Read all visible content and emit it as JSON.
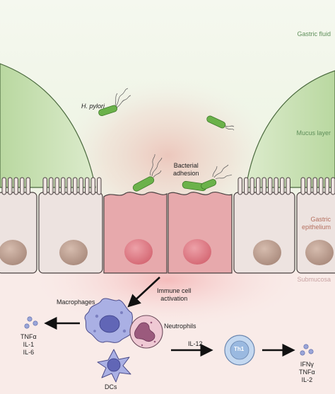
{
  "layers": {
    "gastric_fluid": "Gastric fluid",
    "mucus_layer": "Mucus layer",
    "gastric_epithelium_line1": "Gastric",
    "gastric_epithelium_line2": "epithelium",
    "submucosa": "Submucosa"
  },
  "bacteria": {
    "label": "H. pylori",
    "adhesion_line1": "Bacterial",
    "adhesion_line2": "adhesion"
  },
  "immune": {
    "activation_line1": "Immune cell",
    "activation_line2": "activation",
    "macrophages": "Macrophages",
    "neutrophils": "Neutrophils",
    "dcs": "DCs",
    "il12": "IL-12",
    "th1": "Th1"
  },
  "cytokines_left": [
    "TNFα",
    "IL-1",
    "IL-6"
  ],
  "cytokines_right": [
    "IFNγ",
    "TNFα",
    "IL-2"
  ],
  "colors": {
    "mucus": "#b7d69b",
    "epithelium_normal": "#ede3e0",
    "epithelium_infected": "#e7a9ac",
    "nucleus_normal": "#b99a8c",
    "nucleus_infected": "#d9707a",
    "bacterium": "#6bb24a",
    "macrophage": "#a9aee0",
    "neutrophil": "#e8b7c7",
    "th1": "#bcd3ef"
  }
}
